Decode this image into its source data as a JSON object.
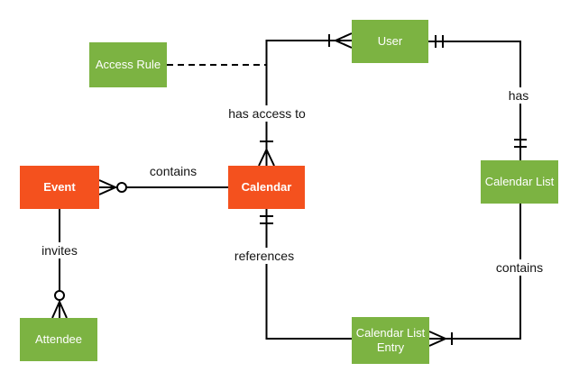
{
  "diagram": {
    "type": "entity-relationship",
    "background": "#ffffff",
    "colors": {
      "entity_green": "#7CB342",
      "entity_orange": "#F4511E",
      "line": "#000000",
      "label_text": "#141414"
    },
    "entities": {
      "event": {
        "label": "Event",
        "color": "#F4511E"
      },
      "calendar": {
        "label": "Calendar",
        "color": "#F4511E"
      },
      "user": {
        "label": "User",
        "color": "#7CB342"
      },
      "access_rule": {
        "label": "Access Rule",
        "color": "#7CB342"
      },
      "calendar_list": {
        "label": "Calendar List",
        "color": "#7CB342"
      },
      "attendee": {
        "label": "Attendee",
        "color": "#7CB342"
      },
      "calendar_list_entry": {
        "label": "Calendar List Entry",
        "color": "#7CB342"
      }
    },
    "relationships": {
      "calendar_contains_event": {
        "label": "contains",
        "from": "Calendar",
        "to": "Event",
        "to_cardinality": "zero or many"
      },
      "event_invites_attendee": {
        "label": "invites",
        "from": "Event",
        "to": "Attendee",
        "to_cardinality": "zero or many"
      },
      "user_has_access_to_calendar": {
        "label": "has access to",
        "from": "User",
        "to": "Calendar",
        "from_cardinality": "one or many",
        "to_cardinality": "one or many"
      },
      "user_has_calendar_list": {
        "label": "has",
        "from": "User",
        "to": "Calendar List",
        "from_cardinality": "exactly one",
        "to_cardinality": "exactly one"
      },
      "entry_references_calendar": {
        "label": "references",
        "from": "Calendar List Entry",
        "to": "Calendar",
        "to_cardinality": "exactly one"
      },
      "calendar_list_contains_entry": {
        "label": "contains",
        "from": "Calendar List",
        "to": "Calendar List Entry",
        "to_cardinality": "one or many"
      },
      "access_rule_attachment": {
        "label": "",
        "from": "Access Rule",
        "to": "has access to relationship",
        "style": "dashed"
      }
    }
  }
}
